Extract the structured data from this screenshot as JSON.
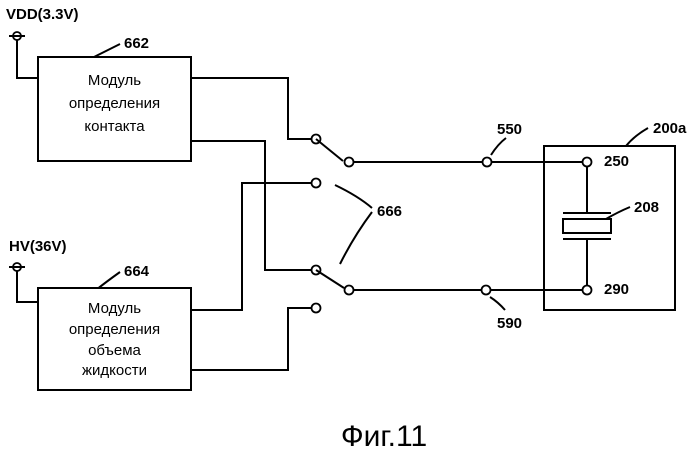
{
  "supplies": {
    "vdd": "VDD(3.3V)",
    "hv": "HV(36V)"
  },
  "modules": {
    "contact": {
      "ref": "662",
      "lines": [
        "Модуль",
        "определения",
        "контакта"
      ]
    },
    "liquid": {
      "ref": "664",
      "lines": [
        "Модуль",
        "определения",
        "объема",
        "жидкости"
      ]
    }
  },
  "switch_ref": "666",
  "nodes": {
    "n550": "550",
    "n590": "590"
  },
  "cartridge": {
    "ref": "200a",
    "top_terminal": "250",
    "element": "208",
    "bottom_terminal": "290"
  },
  "caption": "Фиг.11"
}
